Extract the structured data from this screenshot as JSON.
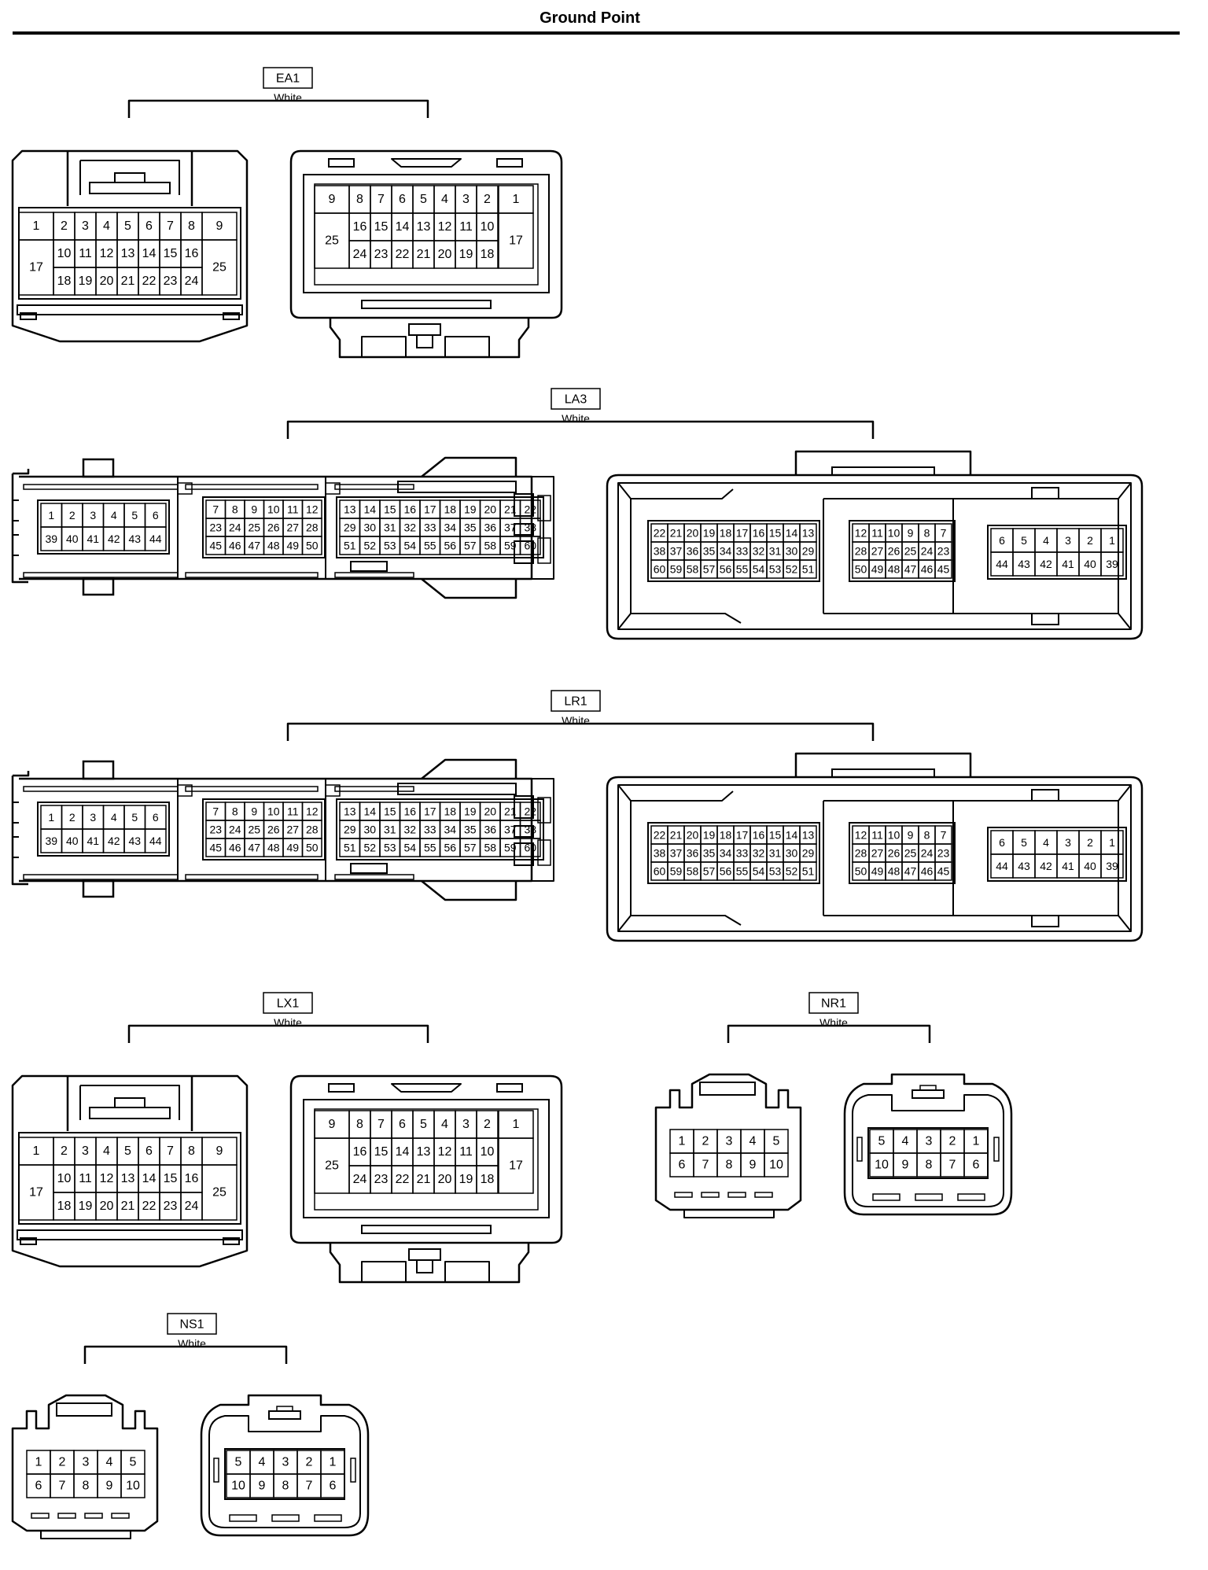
{
  "page": {
    "title": "Ground Point"
  },
  "connectors": [
    {
      "id": "EA1",
      "color": "White",
      "kind": "r25",
      "left_cells": [
        {
          "col": 0,
          "row": 0,
          "rs": 1,
          "t": "1"
        },
        {
          "col": 0,
          "row": 1,
          "rs": 2,
          "t": "17"
        },
        {
          "col": 1,
          "row": 0,
          "t": "2"
        },
        {
          "col": 2,
          "row": 0,
          "t": "3"
        },
        {
          "col": 3,
          "row": 0,
          "t": "4"
        },
        {
          "col": 4,
          "row": 0,
          "t": "5"
        },
        {
          "col": 5,
          "row": 0,
          "t": "6"
        },
        {
          "col": 6,
          "row": 0,
          "t": "7"
        },
        {
          "col": 7,
          "row": 0,
          "t": "8"
        },
        {
          "col": 1,
          "row": 1,
          "t": "10"
        },
        {
          "col": 2,
          "row": 1,
          "t": "11"
        },
        {
          "col": 3,
          "row": 1,
          "t": "12"
        },
        {
          "col": 4,
          "row": 1,
          "t": "13"
        },
        {
          "col": 5,
          "row": 1,
          "t": "14"
        },
        {
          "col": 6,
          "row": 1,
          "t": "15"
        },
        {
          "col": 7,
          "row": 1,
          "t": "16"
        },
        {
          "col": 1,
          "row": 2,
          "t": "18"
        },
        {
          "col": 2,
          "row": 2,
          "t": "19"
        },
        {
          "col": 3,
          "row": 2,
          "t": "20"
        },
        {
          "col": 4,
          "row": 2,
          "t": "21"
        },
        {
          "col": 5,
          "row": 2,
          "t": "22"
        },
        {
          "col": 6,
          "row": 2,
          "t": "23"
        },
        {
          "col": 7,
          "row": 2,
          "t": "24"
        },
        {
          "col": 8,
          "row": 0,
          "rs": 1,
          "t": "9"
        },
        {
          "col": 8,
          "row": 1,
          "rs": 2,
          "t": "25"
        }
      ],
      "right_cells": [
        {
          "col": 0,
          "row": 0,
          "rs": 1,
          "t": "9"
        },
        {
          "col": 0,
          "row": 1,
          "rs": 2,
          "t": "25"
        },
        {
          "col": 1,
          "row": 0,
          "t": "8"
        },
        {
          "col": 2,
          "row": 0,
          "t": "7"
        },
        {
          "col": 3,
          "row": 0,
          "t": "6"
        },
        {
          "col": 4,
          "row": 0,
          "t": "5"
        },
        {
          "col": 5,
          "row": 0,
          "t": "4"
        },
        {
          "col": 6,
          "row": 0,
          "t": "3"
        },
        {
          "col": 7,
          "row": 0,
          "t": "2"
        },
        {
          "col": 1,
          "row": 1,
          "t": "16"
        },
        {
          "col": 2,
          "row": 1,
          "t": "15"
        },
        {
          "col": 3,
          "row": 1,
          "t": "14"
        },
        {
          "col": 4,
          "row": 1,
          "t": "13"
        },
        {
          "col": 5,
          "row": 1,
          "t": "12"
        },
        {
          "col": 6,
          "row": 1,
          "t": "11"
        },
        {
          "col": 7,
          "row": 1,
          "t": "10"
        },
        {
          "col": 1,
          "row": 2,
          "t": "24"
        },
        {
          "col": 2,
          "row": 2,
          "t": "23"
        },
        {
          "col": 3,
          "row": 2,
          "t": "22"
        },
        {
          "col": 4,
          "row": 2,
          "t": "21"
        },
        {
          "col": 5,
          "row": 2,
          "t": "20"
        },
        {
          "col": 6,
          "row": 2,
          "t": "19"
        },
        {
          "col": 7,
          "row": 2,
          "t": "18"
        },
        {
          "col": 8,
          "row": 0,
          "rs": 1,
          "t": "1"
        },
        {
          "col": 8,
          "row": 1,
          "rs": 2,
          "t": "17"
        }
      ]
    },
    {
      "id": "LA3",
      "color": "White",
      "kind": "r60",
      "male_blocks": [
        [
          [
            "1",
            "2",
            "3",
            "4",
            "5",
            "6"
          ],
          [
            "39",
            "40",
            "41",
            "42",
            "43",
            "44"
          ]
        ],
        [
          [
            "7",
            "8",
            "9",
            "10",
            "11",
            "12"
          ],
          [
            "23",
            "24",
            "25",
            "26",
            "27",
            "28"
          ],
          [
            "45",
            "46",
            "47",
            "48",
            "49",
            "50"
          ]
        ],
        [
          [
            "13",
            "14",
            "15",
            "16",
            "17",
            "18",
            "19",
            "20",
            "21",
            "22"
          ],
          [
            "29",
            "30",
            "31",
            "32",
            "33",
            "34",
            "35",
            "36",
            "37",
            "38"
          ],
          [
            "51",
            "52",
            "53",
            "54",
            "55",
            "56",
            "57",
            "58",
            "59",
            "60"
          ]
        ]
      ],
      "female_blocks": [
        [
          [
            "22",
            "21",
            "20",
            "19",
            "18",
            "17",
            "16",
            "15",
            "14",
            "13"
          ],
          [
            "38",
            "37",
            "36",
            "35",
            "34",
            "33",
            "32",
            "31",
            "30",
            "29"
          ],
          [
            "60",
            "59",
            "58",
            "57",
            "56",
            "55",
            "54",
            "53",
            "52",
            "51"
          ]
        ],
        [
          [
            "12",
            "11",
            "10",
            "9",
            "8",
            "7"
          ],
          [
            "28",
            "27",
            "26",
            "25",
            "24",
            "23"
          ],
          [
            "50",
            "49",
            "48",
            "47",
            "46",
            "45"
          ]
        ],
        [
          [
            "6",
            "5",
            "4",
            "3",
            "2",
            "1"
          ],
          [
            "44",
            "43",
            "42",
            "41",
            "40",
            "39"
          ]
        ]
      ]
    },
    {
      "id": "LR1",
      "color": "White",
      "kind": "r60",
      "male_blocks": [
        [
          [
            "1",
            "2",
            "3",
            "4",
            "5",
            "6"
          ],
          [
            "39",
            "40",
            "41",
            "42",
            "43",
            "44"
          ]
        ],
        [
          [
            "7",
            "8",
            "9",
            "10",
            "11",
            "12"
          ],
          [
            "23",
            "24",
            "25",
            "26",
            "27",
            "28"
          ],
          [
            "45",
            "46",
            "47",
            "48",
            "49",
            "50"
          ]
        ],
        [
          [
            "13",
            "14",
            "15",
            "16",
            "17",
            "18",
            "19",
            "20",
            "21",
            "22"
          ],
          [
            "29",
            "30",
            "31",
            "32",
            "33",
            "34",
            "35",
            "36",
            "37",
            "38"
          ],
          [
            "51",
            "52",
            "53",
            "54",
            "55",
            "56",
            "57",
            "58",
            "59",
            "60"
          ]
        ]
      ],
      "female_blocks": [
        [
          [
            "22",
            "21",
            "20",
            "19",
            "18",
            "17",
            "16",
            "15",
            "14",
            "13"
          ],
          [
            "38",
            "37",
            "36",
            "35",
            "34",
            "33",
            "32",
            "31",
            "30",
            "29"
          ],
          [
            "60",
            "59",
            "58",
            "57",
            "56",
            "55",
            "54",
            "53",
            "52",
            "51"
          ]
        ],
        [
          [
            "12",
            "11",
            "10",
            "9",
            "8",
            "7"
          ],
          [
            "28",
            "27",
            "26",
            "25",
            "24",
            "23"
          ],
          [
            "50",
            "49",
            "48",
            "47",
            "46",
            "45"
          ]
        ],
        [
          [
            "6",
            "5",
            "4",
            "3",
            "2",
            "1"
          ],
          [
            "44",
            "43",
            "42",
            "41",
            "40",
            "39"
          ]
        ]
      ]
    },
    {
      "id": "LX1",
      "color": "White",
      "kind": "r25",
      "left_cells": [
        {
          "col": 0,
          "row": 0,
          "rs": 1,
          "t": "1"
        },
        {
          "col": 0,
          "row": 1,
          "rs": 2,
          "t": "17"
        },
        {
          "col": 1,
          "row": 0,
          "t": "2"
        },
        {
          "col": 2,
          "row": 0,
          "t": "3"
        },
        {
          "col": 3,
          "row": 0,
          "t": "4"
        },
        {
          "col": 4,
          "row": 0,
          "t": "5"
        },
        {
          "col": 5,
          "row": 0,
          "t": "6"
        },
        {
          "col": 6,
          "row": 0,
          "t": "7"
        },
        {
          "col": 7,
          "row": 0,
          "t": "8"
        },
        {
          "col": 1,
          "row": 1,
          "t": "10"
        },
        {
          "col": 2,
          "row": 1,
          "t": "11"
        },
        {
          "col": 3,
          "row": 1,
          "t": "12"
        },
        {
          "col": 4,
          "row": 1,
          "t": "13"
        },
        {
          "col": 5,
          "row": 1,
          "t": "14"
        },
        {
          "col": 6,
          "row": 1,
          "t": "15"
        },
        {
          "col": 7,
          "row": 1,
          "t": "16"
        },
        {
          "col": 1,
          "row": 2,
          "t": "18"
        },
        {
          "col": 2,
          "row": 2,
          "t": "19"
        },
        {
          "col": 3,
          "row": 2,
          "t": "20"
        },
        {
          "col": 4,
          "row": 2,
          "t": "21"
        },
        {
          "col": 5,
          "row": 2,
          "t": "22"
        },
        {
          "col": 6,
          "row": 2,
          "t": "23"
        },
        {
          "col": 7,
          "row": 2,
          "t": "24"
        },
        {
          "col": 8,
          "row": 0,
          "rs": 1,
          "t": "9"
        },
        {
          "col": 8,
          "row": 1,
          "rs": 2,
          "t": "25"
        }
      ],
      "right_cells": [
        {
          "col": 0,
          "row": 0,
          "rs": 1,
          "t": "9"
        },
        {
          "col": 0,
          "row": 1,
          "rs": 2,
          "t": "25"
        },
        {
          "col": 1,
          "row": 0,
          "t": "8"
        },
        {
          "col": 2,
          "row": 0,
          "t": "7"
        },
        {
          "col": 3,
          "row": 0,
          "t": "6"
        },
        {
          "col": 4,
          "row": 0,
          "t": "5"
        },
        {
          "col": 5,
          "row": 0,
          "t": "4"
        },
        {
          "col": 6,
          "row": 0,
          "t": "3"
        },
        {
          "col": 7,
          "row": 0,
          "t": "2"
        },
        {
          "col": 1,
          "row": 1,
          "t": "16"
        },
        {
          "col": 2,
          "row": 1,
          "t": "15"
        },
        {
          "col": 3,
          "row": 1,
          "t": "14"
        },
        {
          "col": 4,
          "row": 1,
          "t": "13"
        },
        {
          "col": 5,
          "row": 1,
          "t": "12"
        },
        {
          "col": 6,
          "row": 1,
          "t": "11"
        },
        {
          "col": 7,
          "row": 1,
          "t": "10"
        },
        {
          "col": 1,
          "row": 2,
          "t": "24"
        },
        {
          "col": 2,
          "row": 2,
          "t": "23"
        },
        {
          "col": 3,
          "row": 2,
          "t": "22"
        },
        {
          "col": 4,
          "row": 2,
          "t": "21"
        },
        {
          "col": 5,
          "row": 2,
          "t": "20"
        },
        {
          "col": 6,
          "row": 2,
          "t": "19"
        },
        {
          "col": 7,
          "row": 2,
          "t": "18"
        },
        {
          "col": 8,
          "row": 0,
          "rs": 1,
          "t": "1"
        },
        {
          "col": 8,
          "row": 1,
          "rs": 2,
          "t": "17"
        }
      ]
    },
    {
      "id": "NR1",
      "color": "White",
      "kind": "r10",
      "left_rows": [
        [
          "1",
          "2",
          "3",
          "4",
          "5"
        ],
        [
          "6",
          "7",
          "8",
          "9",
          "10"
        ]
      ],
      "right_rows": [
        [
          "5",
          "4",
          "3",
          "2",
          "1"
        ],
        [
          "10",
          "9",
          "8",
          "7",
          "6"
        ]
      ]
    },
    {
      "id": "NS1",
      "color": "White",
      "kind": "r10",
      "left_rows": [
        [
          "1",
          "2",
          "3",
          "4",
          "5"
        ],
        [
          "6",
          "7",
          "8",
          "9",
          "10"
        ]
      ],
      "right_rows": [
        [
          "5",
          "4",
          "3",
          "2",
          "1"
        ],
        [
          "10",
          "9",
          "8",
          "7",
          "6"
        ]
      ]
    }
  ]
}
